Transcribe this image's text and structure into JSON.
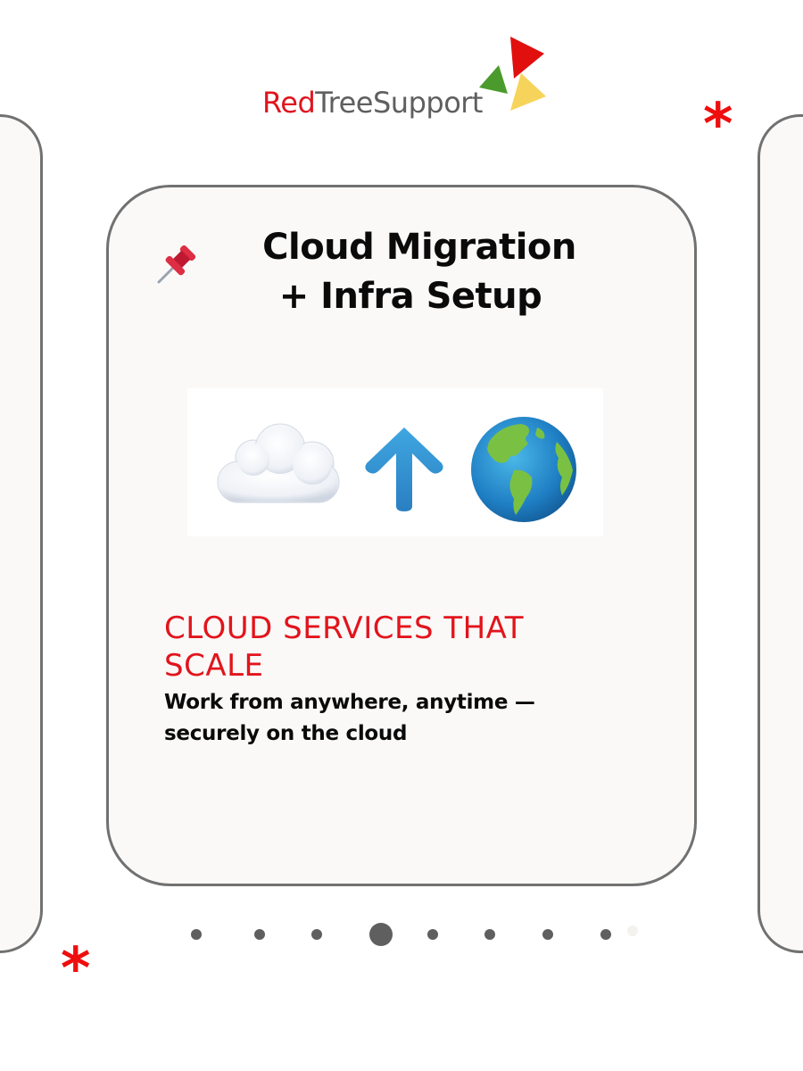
{
  "brand": {
    "name_part1": "Red",
    "name_part2": "TreeSupport",
    "colors": {
      "red": "#e0141e",
      "green": "#4a9b2c",
      "yellow": "#f6d45c",
      "grey": "#5f5f5f"
    }
  },
  "decor": {
    "asterisk": "*",
    "asterisk_color": "#ee0e0e"
  },
  "card": {
    "pin_icon": "pushpin-icon",
    "title_line1": "Cloud Migration",
    "title_line2": "+ Infra Setup",
    "emojis": [
      "cloud-icon",
      "up-arrow-icon",
      "globe-americas-icon"
    ],
    "tagline": "CLOUD SERVICES THAT SCALE",
    "subline": "Work from anywhere, anytime — securely on the cloud",
    "accent_color": "#e2141c"
  },
  "carousel": {
    "total_dots": 9,
    "active_index": 3,
    "dot_color": "#5f5f5f"
  }
}
